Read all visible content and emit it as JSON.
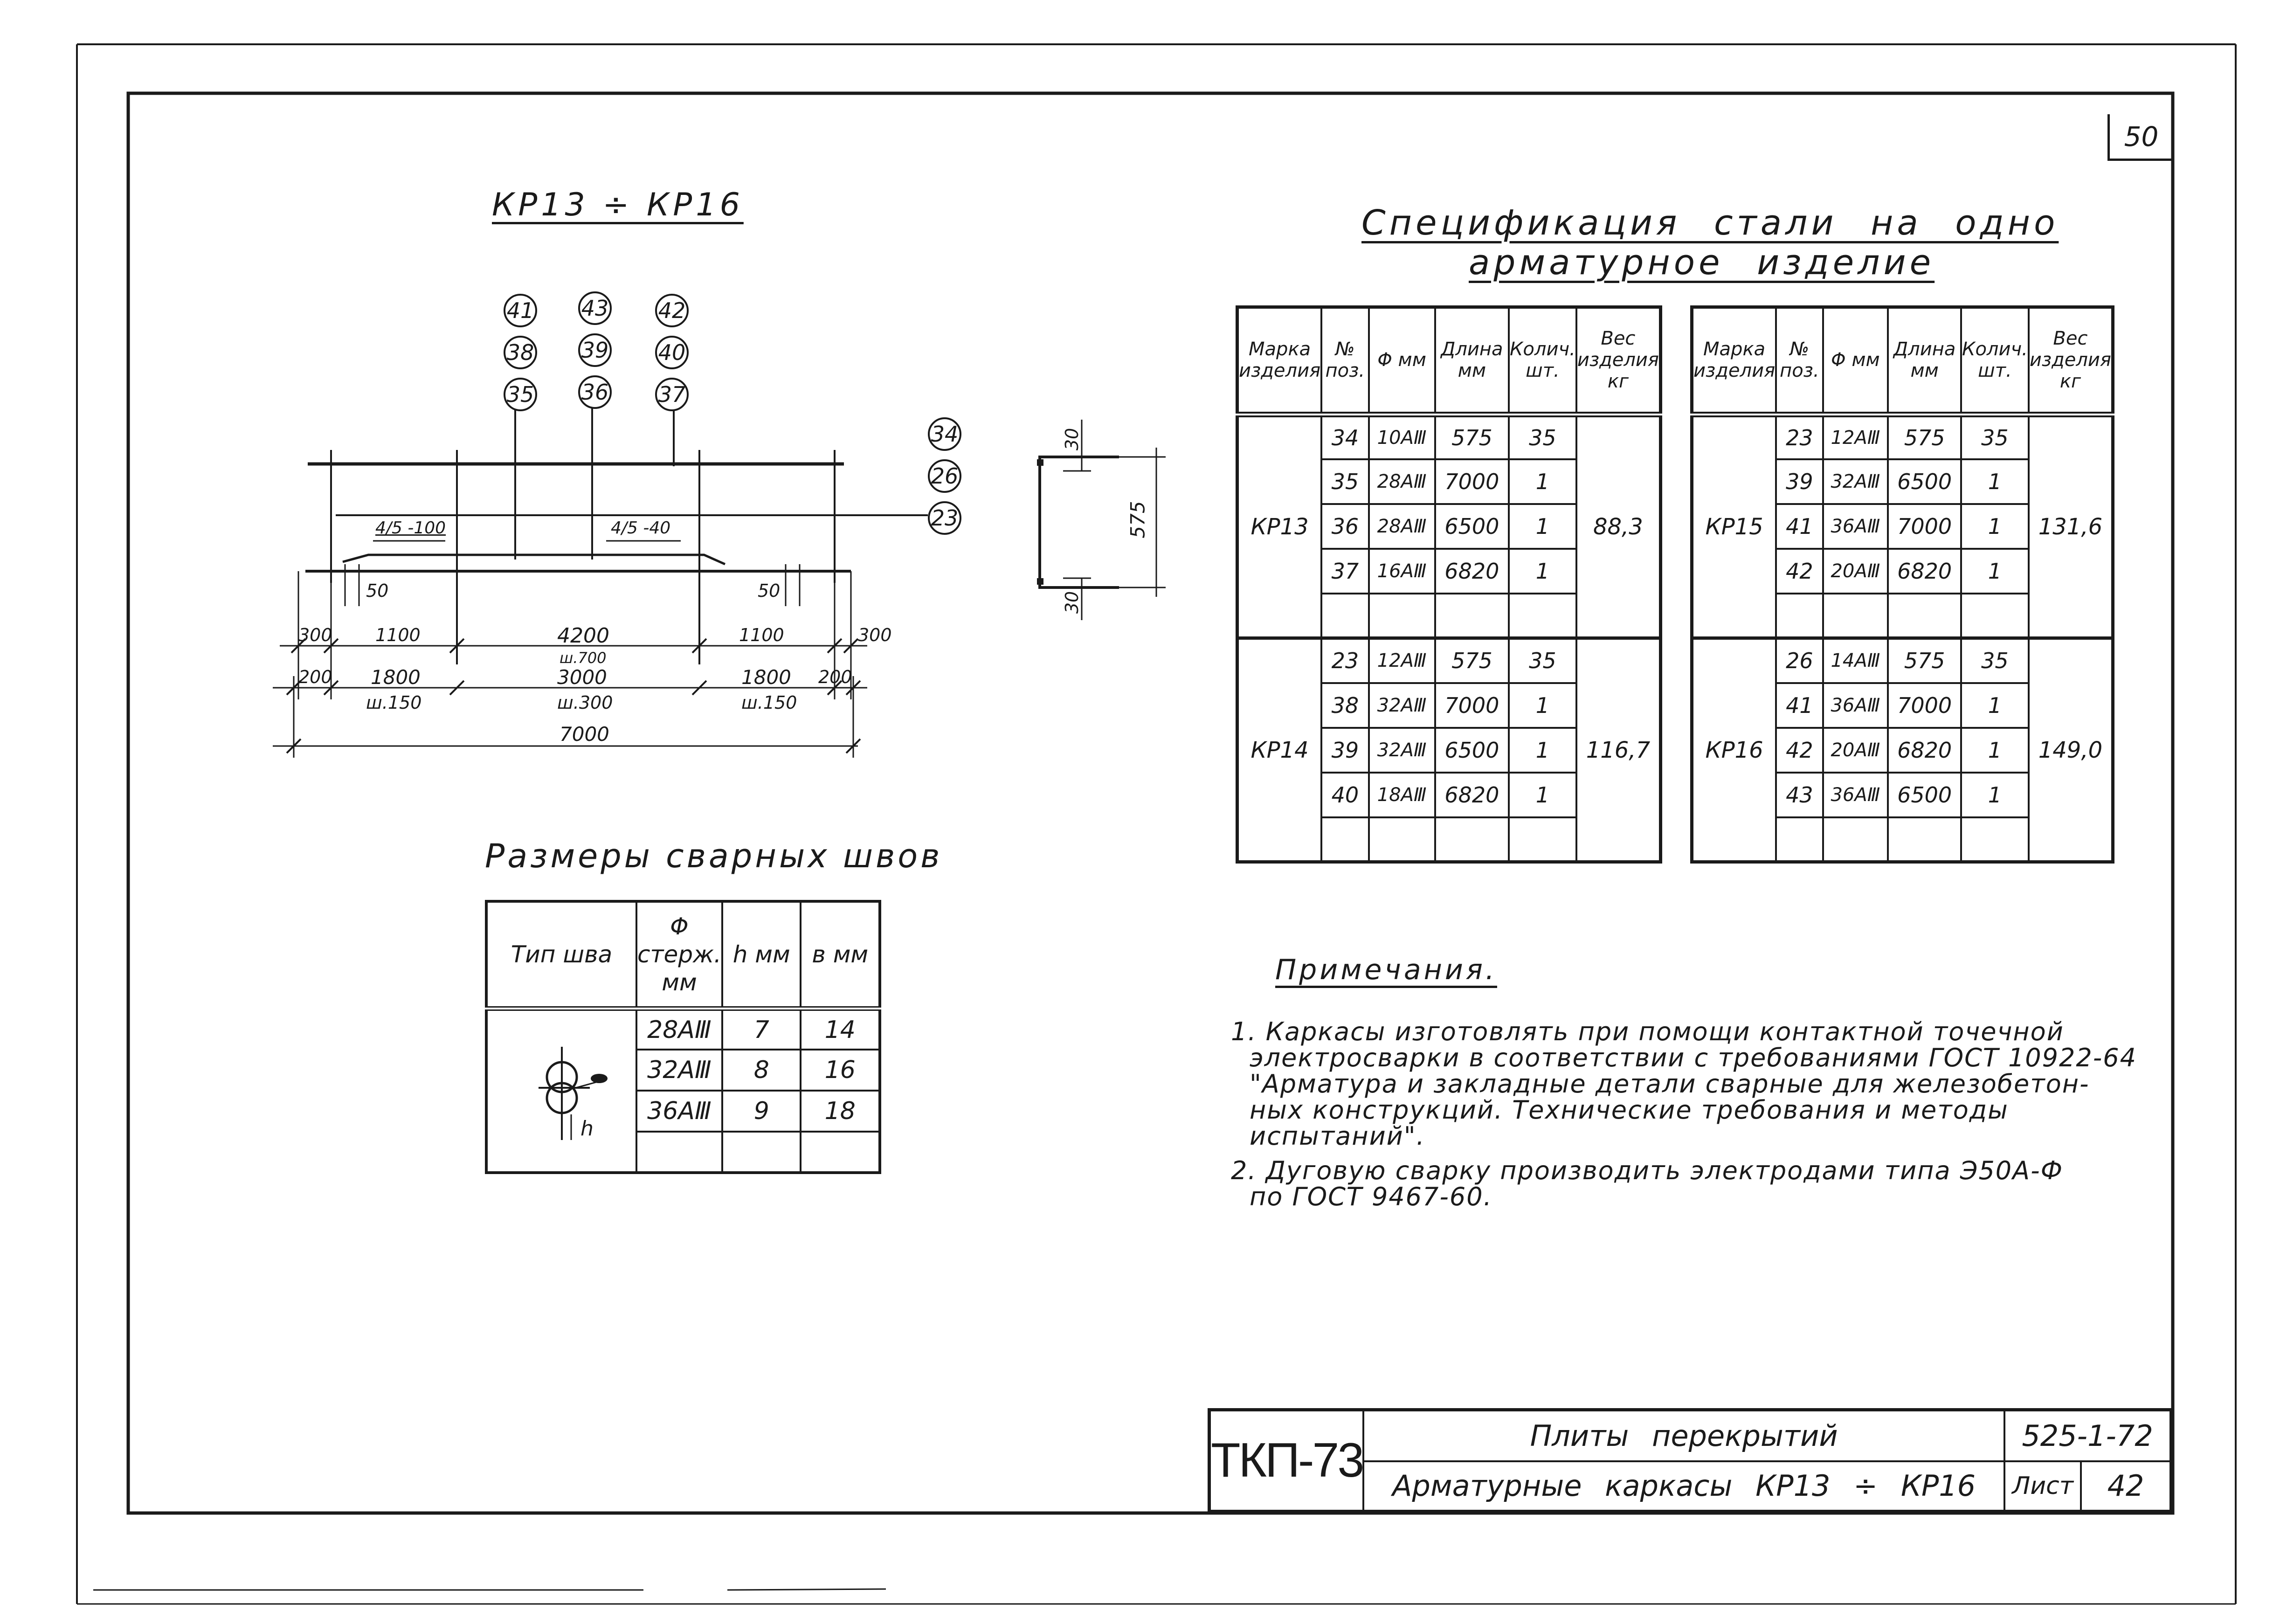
{
  "sheet_number_top": "50",
  "drawing": {
    "title": "КР13 ÷ КР16",
    "callouts_top": [
      [
        "41",
        "38",
        "35"
      ],
      [
        "43",
        "39",
        "36"
      ],
      [
        "42",
        "40",
        "37"
      ]
    ],
    "callouts_right": [
      "34",
      "26",
      "23"
    ],
    "dims": {
      "slope_left": "4/5 -100",
      "slope_right": "4/5 -40",
      "w50_left": "50",
      "w50_right": "50",
      "r1": [
        "300",
        "1100",
        "4200",
        "1100",
        "300"
      ],
      "r1_sub": "ш.700",
      "r2": [
        "200",
        "1800",
        "3000",
        "1800",
        "200"
      ],
      "r2_sub": [
        "ш.150",
        "ш.300",
        "ш.150"
      ],
      "total": "7000"
    },
    "section": {
      "top": "30",
      "height": "575",
      "bottom": "30"
    }
  },
  "weld": {
    "title": "Размеры сварных швов",
    "headers": {
      "type": "Тип шва",
      "phi": "Φ стерж. мм",
      "h": "h мм",
      "b": "в мм"
    },
    "rows": [
      {
        "phi": "28АⅢ",
        "h": "7",
        "b": "14"
      },
      {
        "phi": "32АⅢ",
        "h": "8",
        "b": "16"
      },
      {
        "phi": "36АⅢ",
        "h": "9",
        "b": "18"
      }
    ],
    "h_label": "h"
  },
  "spec": {
    "title_line1": "Спецификация стали на одно",
    "title_line2": "арматурное изделие",
    "headers": {
      "mark": "Марка изделия",
      "pos": "№ поз.",
      "phi": "Φ мм",
      "len": "Длина мм",
      "qty": "Колич. шт.",
      "weight": "Вес изделия кг"
    },
    "left": [
      {
        "mark": "КР13",
        "weight": "88,3",
        "rows": [
          {
            "pos": "34",
            "phi": "10АⅢ",
            "len": "575",
            "qty": "35"
          },
          {
            "pos": "35",
            "phi": "28АⅢ",
            "len": "7000",
            "qty": "1"
          },
          {
            "pos": "36",
            "phi": "28АⅢ",
            "len": "6500",
            "qty": "1"
          },
          {
            "pos": "37",
            "phi": "16АⅢ",
            "len": "6820",
            "qty": "1"
          }
        ]
      },
      {
        "mark": "КР14",
        "weight": "116,7",
        "rows": [
          {
            "pos": "23",
            "phi": "12АⅢ",
            "len": "575",
            "qty": "35"
          },
          {
            "pos": "38",
            "phi": "32АⅢ",
            "len": "7000",
            "qty": "1"
          },
          {
            "pos": "39",
            "phi": "32АⅢ",
            "len": "6500",
            "qty": "1"
          },
          {
            "pos": "40",
            "phi": "18АⅢ",
            "len": "6820",
            "qty": "1"
          }
        ]
      }
    ],
    "right": [
      {
        "mark": "КР15",
        "weight": "131,6",
        "rows": [
          {
            "pos": "23",
            "phi": "12АⅢ",
            "len": "575",
            "qty": "35"
          },
          {
            "pos": "39",
            "phi": "32АⅢ",
            "len": "6500",
            "qty": "1"
          },
          {
            "pos": "41",
            "phi": "36АⅢ",
            "len": "7000",
            "qty": "1"
          },
          {
            "pos": "42",
            "phi": "20АⅢ",
            "len": "6820",
            "qty": "1"
          }
        ]
      },
      {
        "mark": "КР16",
        "weight": "149,0",
        "rows": [
          {
            "pos": "26",
            "phi": "14АⅢ",
            "len": "575",
            "qty": "35"
          },
          {
            "pos": "41",
            "phi": "36АⅢ",
            "len": "7000",
            "qty": "1"
          },
          {
            "pos": "42",
            "phi": "20АⅢ",
            "len": "6820",
            "qty": "1"
          },
          {
            "pos": "43",
            "phi": "36АⅢ",
            "len": "6500",
            "qty": "1"
          }
        ]
      }
    ]
  },
  "notes": {
    "title": "Примечания.",
    "lines": [
      "1. Каркасы изготовлять при помощи контактной точечной",
      "электросварки в соответствии с требованиями ГОСТ 10922-64",
      "\"Арматура и закладные детали сварные для железобетон-",
      "ных конструкций. Технические требования и методы",
      "испытаний\".",
      "2. Дуговую сварку производить электродами типа Э50А-Ф",
      "по ГОСТ 9467-60."
    ]
  },
  "title_block": {
    "code": "ТКП-73",
    "title1": "Плиты перекрытий",
    "title2": "Арматурные каркасы КР13 ÷ КР16",
    "series": "525-1-72",
    "sheet_label": "Лист",
    "sheet_no": "42"
  }
}
